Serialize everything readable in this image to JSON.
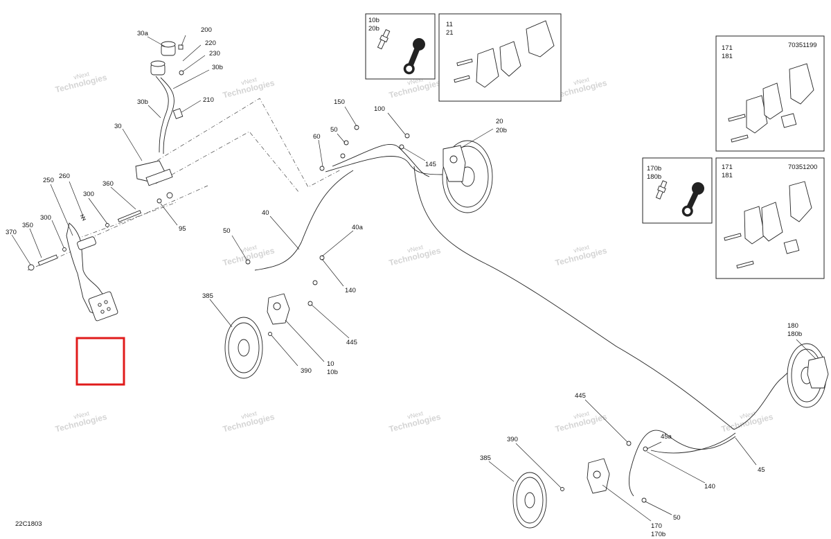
{
  "diagram_code": "22C1803",
  "watermark": {
    "line1": "vNext",
    "line2": "Technologies"
  },
  "inset_codes": {
    "top": "70351199",
    "bottom": "70351200"
  },
  "callouts": [
    {
      "id": "c-200",
      "text": "200"
    },
    {
      "id": "c-30a",
      "text": "30a"
    },
    {
      "id": "c-220",
      "text": "220"
    },
    {
      "id": "c-230",
      "text": "230"
    },
    {
      "id": "c-30b-top",
      "text": "30b"
    },
    {
      "id": "c-210",
      "text": "210"
    },
    {
      "id": "c-30b",
      "text": "30b"
    },
    {
      "id": "c-30",
      "text": "30"
    },
    {
      "id": "c-260",
      "text": "260"
    },
    {
      "id": "c-250",
      "text": "250"
    },
    {
      "id": "c-300a",
      "text": "300"
    },
    {
      "id": "c-360",
      "text": "360"
    },
    {
      "id": "c-300b",
      "text": "300"
    },
    {
      "id": "c-350",
      "text": "350"
    },
    {
      "id": "c-370",
      "text": "370"
    },
    {
      "id": "c-95",
      "text": "95"
    },
    {
      "id": "c-150",
      "text": "150"
    },
    {
      "id": "c-100",
      "text": "100"
    },
    {
      "id": "c-50a",
      "text": "50"
    },
    {
      "id": "c-60",
      "text": "60"
    },
    {
      "id": "c-20",
      "text": "20"
    },
    {
      "id": "c-20b",
      "text": "20b"
    },
    {
      "id": "c-145",
      "text": "145"
    },
    {
      "id": "c-40",
      "text": "40"
    },
    {
      "id": "c-40a",
      "text": "40a"
    },
    {
      "id": "c-50b",
      "text": "50"
    },
    {
      "id": "c-140a",
      "text": "140"
    },
    {
      "id": "c-445a",
      "text": "445"
    },
    {
      "id": "c-385a",
      "text": "385"
    },
    {
      "id": "c-390a",
      "text": "390"
    },
    {
      "id": "c-10",
      "text": "10"
    },
    {
      "id": "c-10b",
      "text": "10b"
    },
    {
      "id": "c-180",
      "text": "180"
    },
    {
      "id": "c-180b",
      "text": "180b"
    },
    {
      "id": "c-445b",
      "text": "445"
    },
    {
      "id": "c-45a",
      "text": "45a"
    },
    {
      "id": "c-45",
      "text": "45"
    },
    {
      "id": "c-390b",
      "text": "390"
    },
    {
      "id": "c-385b",
      "text": "385"
    },
    {
      "id": "c-140b",
      "text": "140"
    },
    {
      "id": "c-50c",
      "text": "50"
    },
    {
      "id": "c-170",
      "text": "170"
    },
    {
      "id": "c-170b",
      "text": "170b"
    }
  ],
  "insets": [
    {
      "id": "inset-bleeder-top",
      "lines": [
        "10b",
        "20b"
      ]
    },
    {
      "id": "inset-pads-top",
      "lines": [
        "11",
        "21"
      ]
    },
    {
      "id": "inset-pads-right-top",
      "lines": [
        "171",
        "181"
      ]
    },
    {
      "id": "inset-bleeder-right",
      "lines": [
        "170b",
        "180b"
      ]
    },
    {
      "id": "inset-pads-right-bottom",
      "lines": [
        "171",
        "181"
      ]
    }
  ]
}
